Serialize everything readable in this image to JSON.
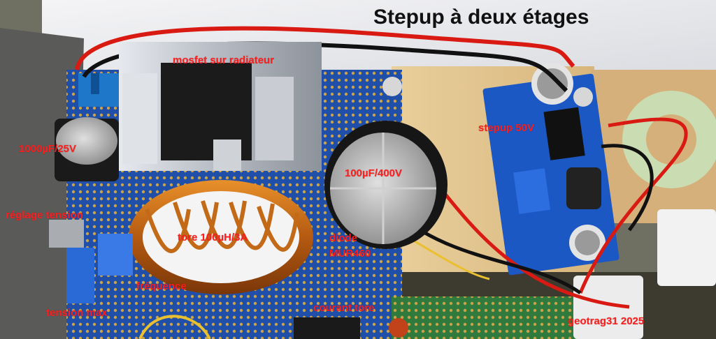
{
  "title": "Stepup à deux étages",
  "labels": {
    "mosfet": "mosfet sur radiateur",
    "stepup": "stepup 50V",
    "cap_low": "1000µF/25V",
    "cap_high": "100µF/400V",
    "reglage": "réglage tension",
    "tore": "tore 100µH/3A",
    "diode_line1": "diode",
    "diode_line2": "MUR460",
    "frequence": "fréquence",
    "tension_max": "tension max",
    "courant_tore": "courant tore",
    "signature": "geotrag31 2025"
  },
  "colors": {
    "annotation": "#ff1e1e",
    "title": "#111111",
    "board_blue": "#1a52b0",
    "heatsink": "#c8ccd2"
  }
}
